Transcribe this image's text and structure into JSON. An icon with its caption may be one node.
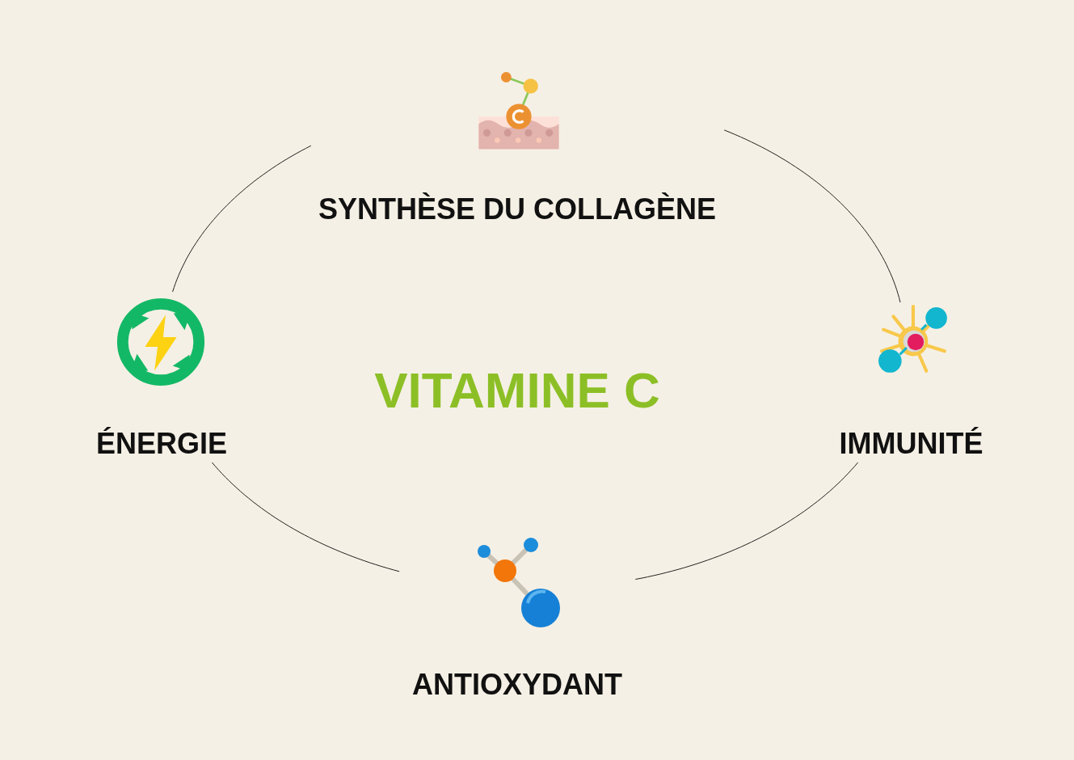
{
  "diagram": {
    "title": "VITAMINE C",
    "nodes": [
      {
        "text": [
          "SYNTHÈSE DU COLLAGÈNE"
        ]
      },
      {
        "text": [
          "ÉNERGIE"
        ]
      },
      {
        "text": [
          "IMMUNITÉ"
        ]
      },
      {
        "text": [
          "ANTIOXYDANT"
        ]
      }
    ],
    "edges": [
      {
        "from": 0,
        "to": 2,
        "arrow": "none"
      },
      {
        "from": 2,
        "to": 3,
        "arrow": "none"
      },
      {
        "from": 3,
        "to": 1,
        "arrow": "none"
      },
      {
        "from": 1,
        "to": 0,
        "arrow": "none"
      }
    ]
  }
}
